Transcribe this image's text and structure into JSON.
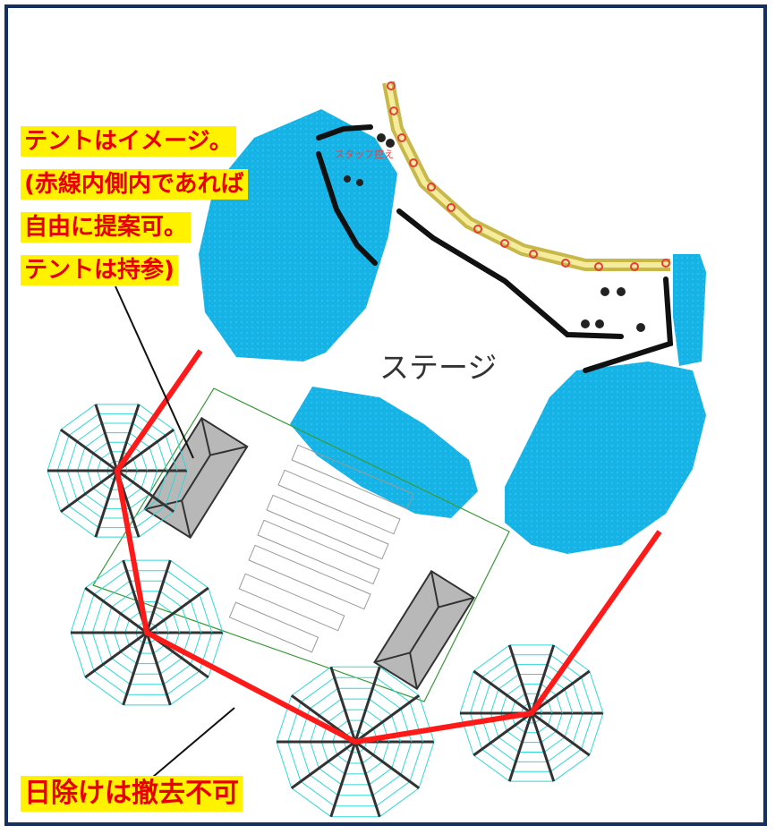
{
  "stage_label": "ステージ",
  "staff_label": "スタッフ控え",
  "tent_note": {
    "lines": [
      "テントはイメージ。",
      "(赤線内側内であれば",
      "自由に提案可。",
      "テントは持参)"
    ]
  },
  "shade_note": "日除けは撤去不可",
  "colors": {
    "seating_area": "#16b4e6",
    "boundary_line": "#ff1a1a",
    "shade_canopy": "#2fd8d8",
    "annotation_bg": "#fff200",
    "annotation_text": "#e60000",
    "frame_border": "#15305e",
    "tent": "#b8b8b8"
  },
  "icons": {
    "tent": "gabled-tent-icon",
    "shade": "radial-umbrella-icon"
  }
}
